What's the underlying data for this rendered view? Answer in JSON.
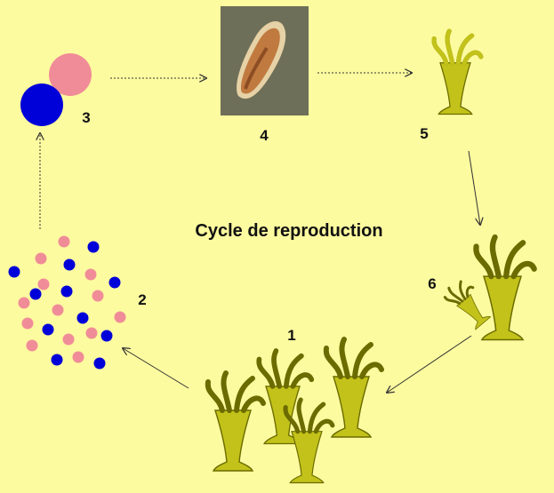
{
  "title": "Cycle de reproduction",
  "stages": [
    {
      "number": "1",
      "content": "hydra-colony"
    },
    {
      "number": "2",
      "content": "gametes"
    },
    {
      "number": "3",
      "content": "egg-fertilization"
    },
    {
      "number": "4",
      "content": "larva-photo"
    },
    {
      "number": "5",
      "content": "polyp"
    },
    {
      "number": "6",
      "content": "budding-polyp"
    }
  ],
  "colors": {
    "background": "#fdfb9f",
    "polyp": "#c2c21a",
    "polyp_outline": "#6b6b00",
    "egg": "#f08c98",
    "sperm": "#0000d8",
    "larva": "#c07a40",
    "arrow": "#333333"
  }
}
